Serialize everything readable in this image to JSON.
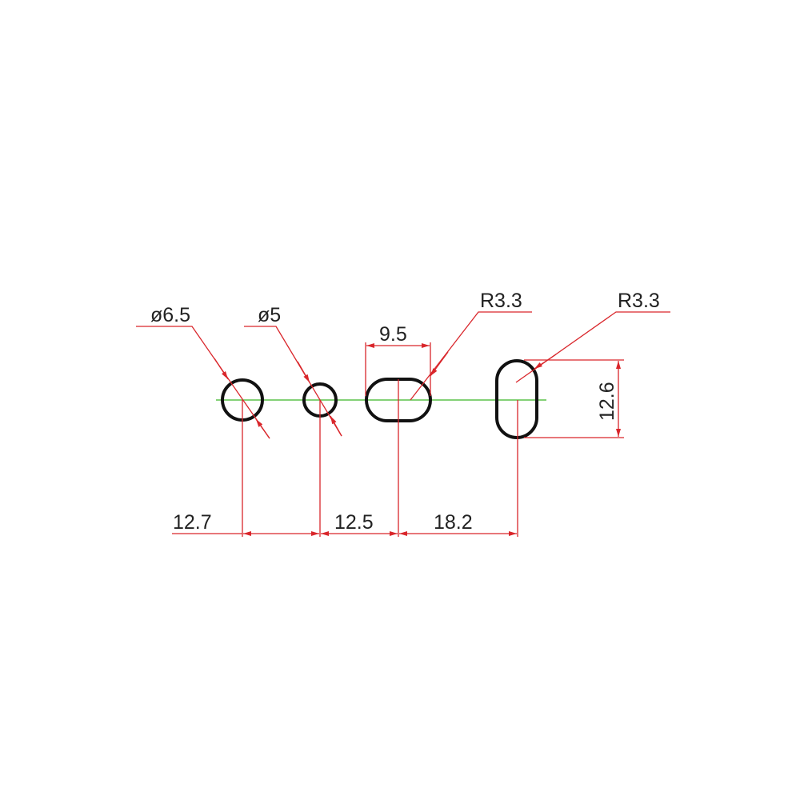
{
  "colors": {
    "dimension": "#d9262b",
    "outline": "#111111",
    "centerline": "#5cc24a"
  },
  "labels": {
    "hole1_diameter": "ø6.5",
    "hole2_diameter": "ø5",
    "slot1_width": "9.5",
    "slot1_radius": "R3.3",
    "slot2_radius": "R3.3",
    "slot2_height": "12.6",
    "offset1": "12.7",
    "offset2": "12.5",
    "offset3": "18.2"
  }
}
